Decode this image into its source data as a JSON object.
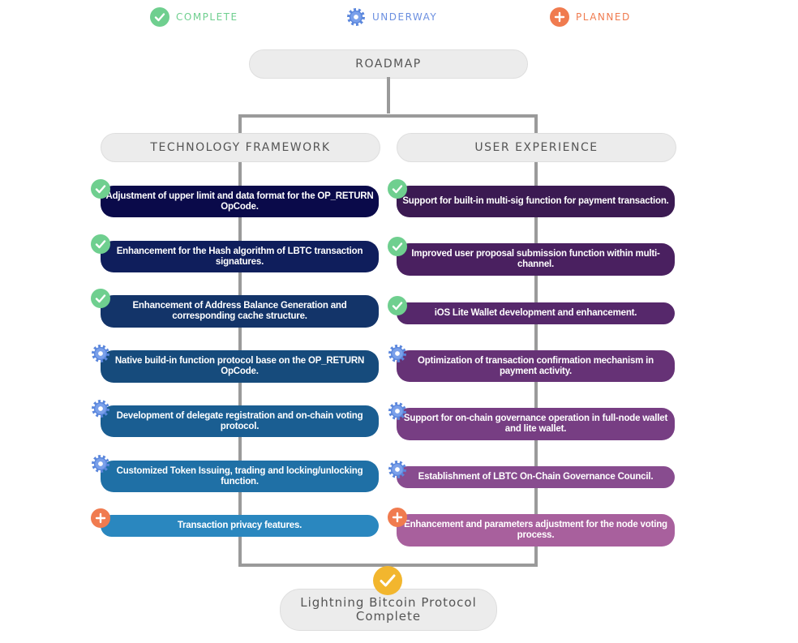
{
  "legend": {
    "complete": {
      "label": "COMPLETE",
      "color": "#6fcf8f",
      "icon": "check-circle-icon"
    },
    "underway": {
      "label": "UNDERWAY",
      "color": "#6b8fe0",
      "icon": "gear-icon"
    },
    "planned": {
      "label": "PLANNED",
      "color": "#f07b4f",
      "icon": "plus-circle-icon"
    }
  },
  "roadmap_title": "ROADMAP",
  "columns": {
    "technology": {
      "title": "TECHNOLOGY FRAMEWORK",
      "items": [
        {
          "text": "Adjustment of upper limit and data format for the OP_RETURN OpCode.",
          "status": "complete",
          "color": "#0a0a4a"
        },
        {
          "text": "Enhancement for the Hash algorithm of LBTC transaction signatures.",
          "status": "complete",
          "color": "#0f1e5c"
        },
        {
          "text": "Enhancement of Address Balance Generation and corresponding cache structure.",
          "status": "complete",
          "color": "#133469"
        },
        {
          "text": "Native build-in function protocol base on the OP_RETURN OpCode.",
          "status": "underway",
          "color": "#164b7c"
        },
        {
          "text": "Development of delegate registration and on-chain voting protocol.",
          "status": "underway",
          "color": "#1a5e92"
        },
        {
          "text": "Customized Token Issuing, trading and locking/unlocking function.",
          "status": "underway",
          "color": "#1f70a6"
        },
        {
          "text": "Transaction privacy features.",
          "status": "planned",
          "color": "#2a87bf"
        }
      ]
    },
    "user_experience": {
      "title": "USER EXPERIENCE",
      "items": [
        {
          "text": "Support for built-in multi-sig function for payment transaction.",
          "status": "complete",
          "color": "#3b1a52"
        },
        {
          "text": "Improved user proposal submission function within multi-channel.",
          "status": "complete",
          "color": "#4a2060"
        },
        {
          "text": "iOS Lite Wallet development and enhancement.",
          "status": "complete",
          "color": "#56286b"
        },
        {
          "text": "Optimization of transaction confirmation mechanism in payment activity.",
          "status": "underway",
          "color": "#663276"
        },
        {
          "text": "Support for on-chain governance operation in full-node wallet and lite wallet.",
          "status": "underway",
          "color": "#773e83"
        },
        {
          "text": "Establishment of LBTC On-Chain Governance Council.",
          "status": "underway",
          "color": "#884c8f"
        },
        {
          "text": "Enhancement and parameters adjustment for the node voting process.",
          "status": "planned",
          "color": "#a8609d"
        }
      ]
    }
  },
  "final": {
    "line1": "Lightning Bitcoin Protocol",
    "line2": "Complete",
    "icon_color": "#f2b62e"
  }
}
